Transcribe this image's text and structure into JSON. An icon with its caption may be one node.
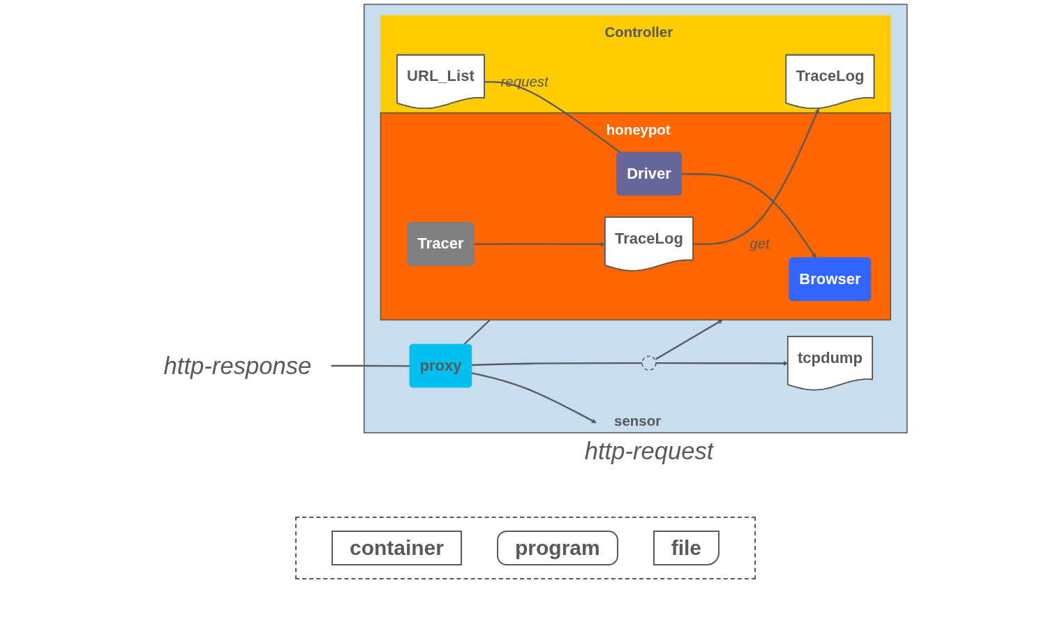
{
  "diagram": {
    "nodes": [
      {
        "text": [
          "http-request"
        ]
      },
      {
        "text": [
          "http-response"
        ]
      },
      {
        "text": [
          "sensor"
        ]
      },
      {
        "text": [
          "proxy"
        ],
        "in": 2
      },
      {
        "text": [],
        "shape": "circle",
        "in": 2
      },
      {
        "text": [
          "honeypot"
        ],
        "in": 2
      },
      {
        "text": [
          "Browser"
        ],
        "in": 5
      },
      {
        "text": [
          "Tracer"
        ],
        "in": 5
      },
      {
        "text": [
          "TraceLog"
        ],
        "in": 5
      },
      {
        "text": [
          "Driver"
        ],
        "in": 5
      },
      {
        "text": [
          "tcpdump"
        ],
        "in": 2
      },
      {
        "text": [
          "Controller"
        ],
        "in": 2
      },
      {
        "text": [
          "URL_List"
        ],
        "in": 11
      },
      {
        "text": [
          "TraceLog"
        ],
        "in": 11
      }
    ],
    "edges": [
      {
        "from": 5,
        "to": 3,
        "arrow": "none"
      },
      {
        "from": 3,
        "to": 0,
        "arrow": "to"
      },
      {
        "from": 1,
        "to": 3,
        "arrow": "none"
      },
      {
        "from": 3,
        "to": 4,
        "arrow": "none"
      },
      {
        "from": 4,
        "to": 5,
        "arrow": "to"
      },
      {
        "from": 4,
        "to": 10,
        "arrow": "to"
      },
      {
        "from": 7,
        "to": 8,
        "arrow": "to"
      },
      {
        "from": 12,
        "to": 9,
        "arrow": "none",
        "label": "request"
      },
      {
        "from": 9,
        "to": 6,
        "arrow": "to"
      },
      {
        "from": 8,
        "to": 13,
        "arrow": "to",
        "label": "get"
      }
    ],
    "legend": [
      {
        "text": "container"
      },
      {
        "text": "program"
      },
      {
        "text": "file"
      }
    ]
  }
}
